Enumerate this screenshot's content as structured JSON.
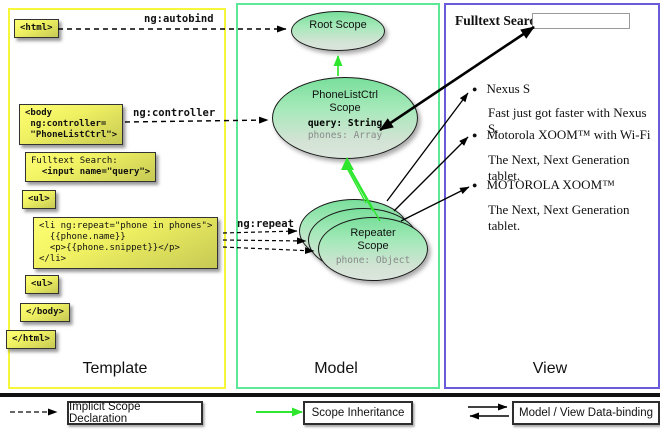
{
  "colors": {
    "template_border": "#f6f63a",
    "model_border": "#5ce897",
    "view_border": "#6a5bd8",
    "code_box_fill": "#f0f162",
    "scope_fill": "#79df9b",
    "inheritance_arrow": "#2ee62e",
    "binding_arrow": "#000000"
  },
  "icons": {
    "bullet": "●"
  },
  "template": {
    "title": "Template",
    "tags": {
      "html_open": "<html>",
      "body_open_lines": [
        "<body",
        " ng:controller=",
        " \"PhoneListCtrl\">"
      ],
      "fulltext_lines": [
        "Fulltext Search:",
        "  <input name=\"query\">"
      ],
      "ul_open": "<ul>",
      "li_lines": [
        "<li ng:repeat=\"phone in phones\">",
        "  {{phone.name}}",
        "  <p>{{phone.snippet}}</p>",
        "</li>"
      ],
      "ul_close": "<ul>",
      "body_close": "</body>",
      "html_close": "</html>"
    },
    "arrow_labels": {
      "autobind": "ng:autobind",
      "controller": "ng:controller",
      "repeat": "ng:repeat"
    }
  },
  "model": {
    "title": "Model",
    "root_scope": {
      "title": "Root Scope"
    },
    "phonelist_scope": {
      "title": "PhoneListCtrl Scope",
      "props": [
        "query: String",
        "phones: Array"
      ]
    },
    "repeater_scope": {
      "title": "Repeater Scope",
      "props": [
        "phone: Object"
      ]
    }
  },
  "view": {
    "title": "View",
    "fulltext_label": "Fulltext Search:",
    "search_input_value": "",
    "items": [
      {
        "name": "Nexus S",
        "desc": "Fast just got faster with Nexus S."
      },
      {
        "name": "Motorola XOOM™ with Wi-Fi",
        "desc": "The Next, Next Generation tablet."
      },
      {
        "name": "MOTOROLA XOOM™",
        "desc": "The Next, Next Generation tablet."
      }
    ]
  },
  "legend": {
    "implicit": "Implicit Scope Declaration",
    "inheritance": "Scope Inheritance",
    "databinding": "Model / View Data-binding"
  }
}
